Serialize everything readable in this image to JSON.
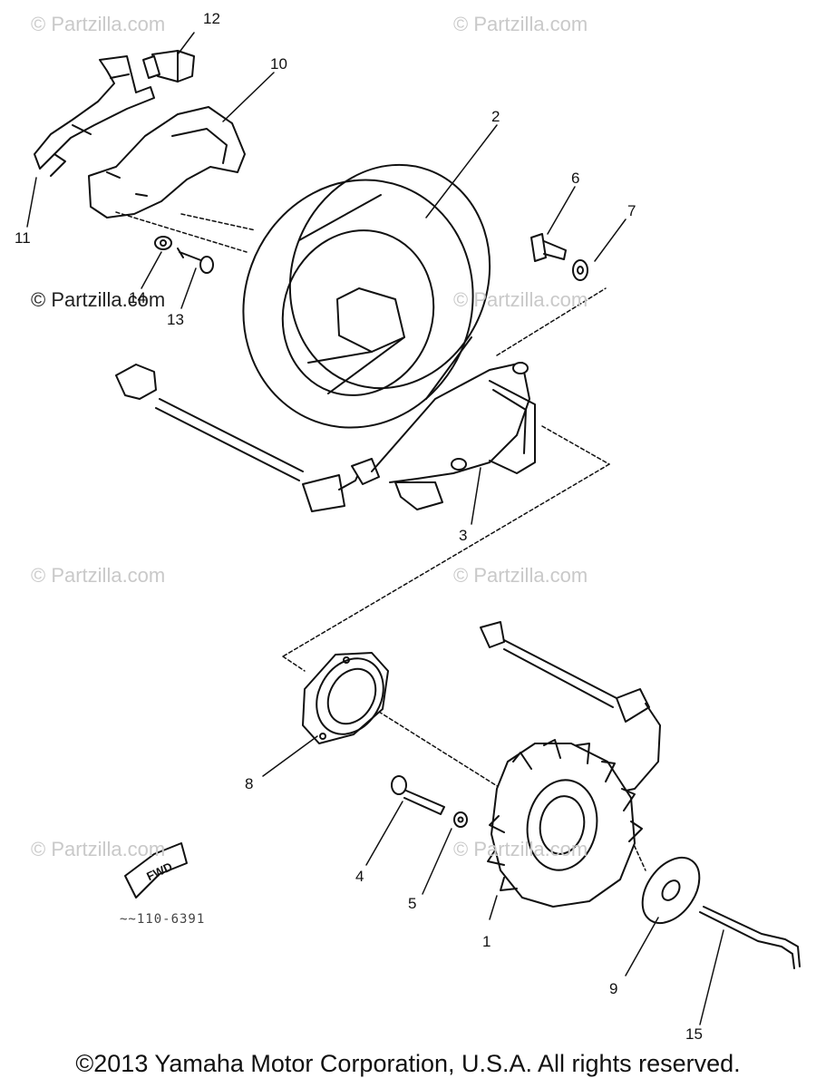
{
  "watermarks": [
    "© Partzilla.com",
    "© Partzilla.com",
    "© Partzilla.com",
    "© Partzilla.com",
    "© Partzilla.com",
    "© Partzilla.com",
    "© Partzilla.com",
    "© Partzilla.com"
  ],
  "callouts": {
    "c1": "1",
    "c2": "2",
    "c3": "3",
    "c4": "4",
    "c5": "5",
    "c6": "6",
    "c7": "7",
    "c8": "8",
    "c9": "9",
    "c10": "10",
    "c11": "11",
    "c12": "12",
    "c13": "13",
    "c14": "14",
    "c15": "15"
  },
  "fwd_label": "FWD",
  "diagram_code": "~~110-6391",
  "copyright": "©2013 Yamaha Motor Corporation, U.S.A. All rights reserved.",
  "colors": {
    "ink": "#111111",
    "watermark": "#c9c9c9",
    "background": "#ffffff"
  }
}
